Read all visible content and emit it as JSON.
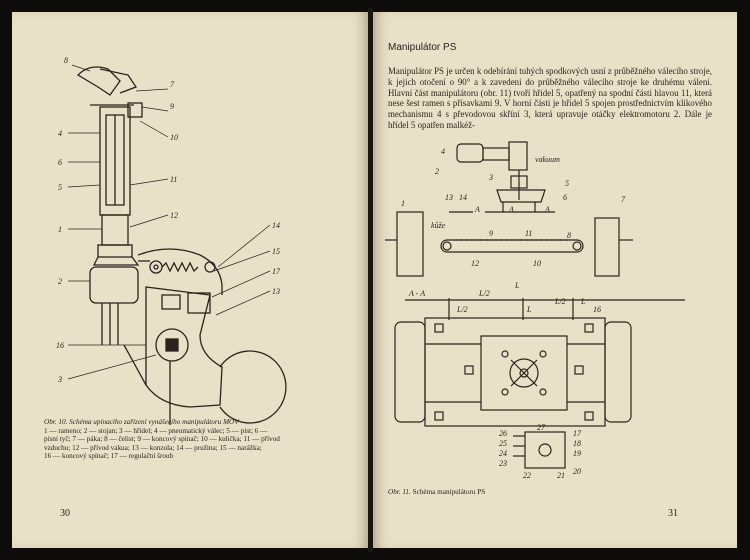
{
  "left_page": {
    "number": "30",
    "figure_labels": [
      "8",
      "7",
      "9",
      "4",
      "10",
      "6",
      "5",
      "11",
      "1",
      "12",
      "2",
      "14",
      "15",
      "17",
      "13",
      "16",
      "3"
    ],
    "caption": {
      "title": "Obr. 10. Schéma upínacího zařízení vynášecího manipulátoru MOV",
      "lines": [
        "1 — rameno; 2 — stojan; 3 — hřídel; 4 — pneumatický válec; 5 — píst; 6 —",
        "písní tyč; 7 — páka; 8 — čelist; 9 — koncový spínač; 10 — kulička; 11 — přívod",
        "vzduchu; 12 — přívod vakua; 13 — konzola; 14 — pružina; 15 — narážka;",
        "16 — koncový spínač; 17 — regulační šroub"
      ]
    }
  },
  "right_page": {
    "number": "31",
    "header": "Manipulátor PS",
    "paragraph": "Manipulátor PS je určen k odebírání tuhých spodkových usní z průběžného válecího stroje, k jejich otočení o 90° a k zavedení do průběžného válecího stroje ke druhému válení. Hlavní část manipulátoru (obr. 11) tvoří hřídel 5, opatřený na spodní části hlavou 11, která nese šest ramen s přísavkami 9. V horní části je hřídel 5 spojen prostřednictvím klikového mechanismu 4 s převodovou skříní 3, která upravuje otáčky elektromotoru 2. Dále je hřídel 5 opatřen malkéž-",
    "figure_labels": {
      "top": [
        "4",
        "vakuum",
        "2",
        "3",
        "5",
        "6",
        "1",
        "7",
        "13",
        "14",
        "8",
        "12",
        "10",
        "11",
        "9"
      ],
      "arrow": "kůže",
      "section": "A - A",
      "dims": [
        "L/2",
        "L",
        "L/2",
        "L",
        "L/2",
        "L"
      ],
      "small_marks": [
        "A",
        "A",
        "A"
      ],
      "mid": [
        "16"
      ],
      "bottom": [
        "27",
        "17",
        "18",
        "19",
        "20",
        "21",
        "22",
        "23",
        "24",
        "25",
        "26"
      ]
    },
    "caption": {
      "prefix": "Obr. 11.",
      "text": "Schéma manipulátoru PS"
    }
  }
}
